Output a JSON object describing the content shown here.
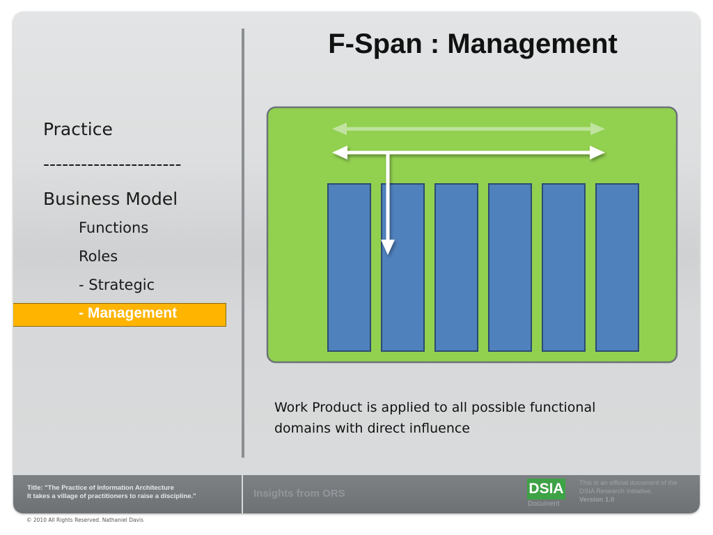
{
  "slide": {
    "title": "F-Span : Management",
    "caption": "Work Product is applied to all possible functional domains with direct influence"
  },
  "nav": {
    "items": [
      {
        "label": "Practice"
      },
      {
        "label": "----------------------"
      },
      {
        "label": "Business Model"
      },
      {
        "label": "Functions"
      },
      {
        "label": "Roles"
      },
      {
        "label": "- Strategic"
      },
      {
        "label": "- Management"
      }
    ]
  },
  "diagram": {
    "domain_count": 6,
    "colors": {
      "panel": "#92d050",
      "panel_border": "#6b7479",
      "domain_fill": "#4f81bd",
      "domain_border": "#2c4a72",
      "arrow": "#ffffff",
      "arrow_faded": "#c6e6a8",
      "highlight": "#ffb400"
    }
  },
  "footer": {
    "title_line1": "Title: \"The Practice of  Information Architecture",
    "title_line2": "It takes a village of practitioners to raise a discipline.\"",
    "insights": "Insights from ORS",
    "badge": "DSIA",
    "badge_sub": "Document",
    "official_line1": "This is an official document of the",
    "official_line2": "DSIA Research Initiative.",
    "version": "Version 1.0"
  },
  "copyright": "©  2010 All Rights Reserved. Nathaniel Davis"
}
